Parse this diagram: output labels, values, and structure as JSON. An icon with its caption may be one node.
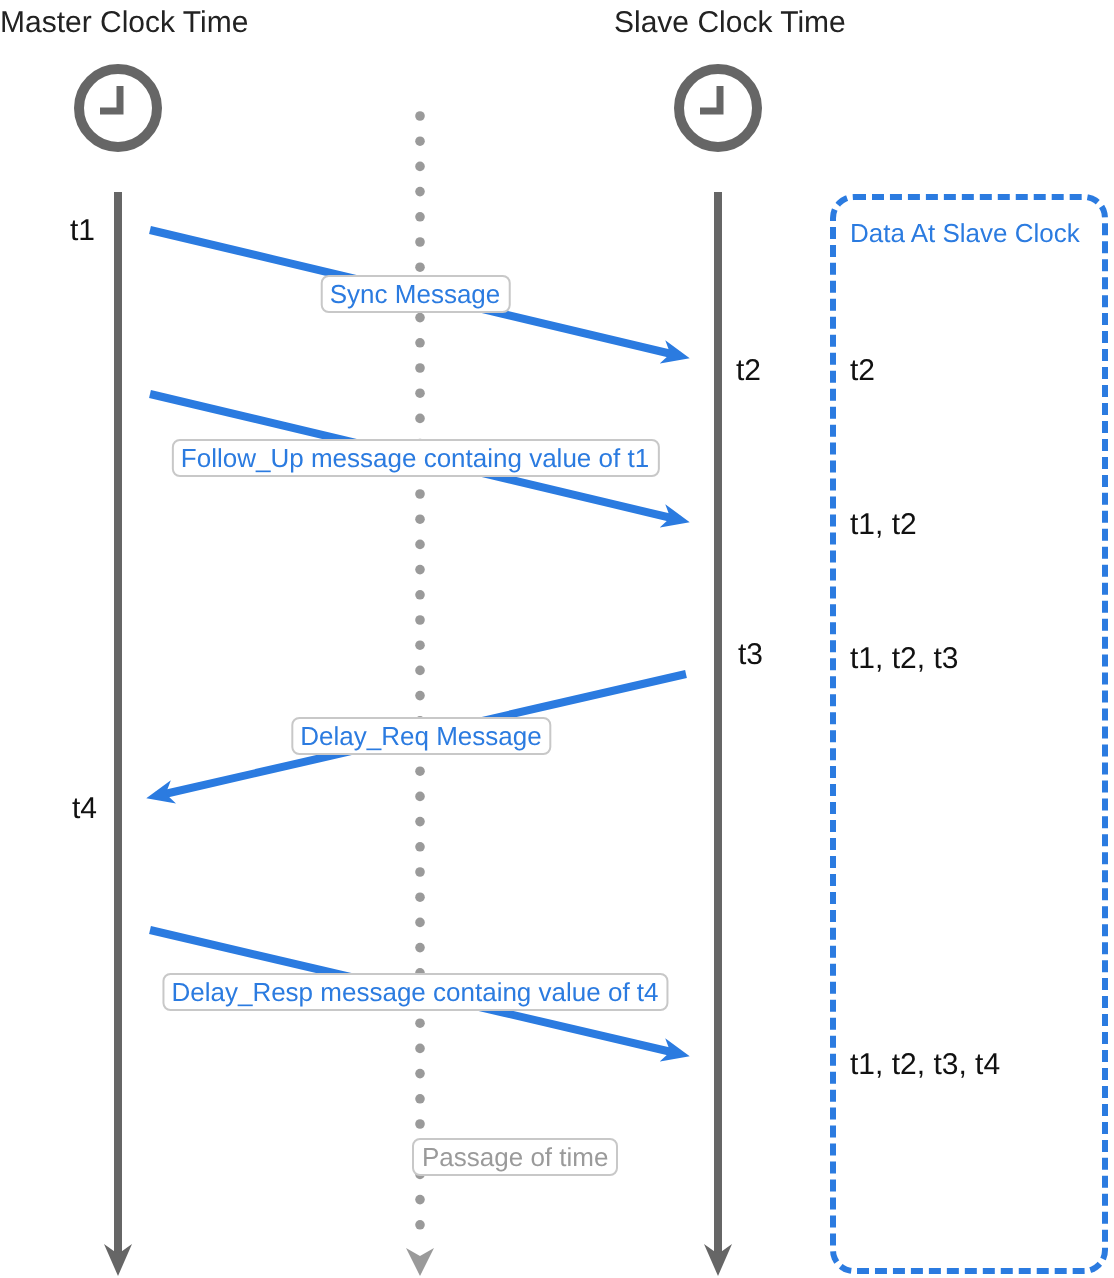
{
  "diagram": {
    "nodes": [
      {
        "text": [],
        "shape": "line",
        "beside": [
          "t1",
          "t4"
        ]
      },
      {
        "text": [],
        "shape": "line",
        "beside": [
          "t2",
          "t3"
        ]
      },
      {
        "text": [
          "Data At Slave Clock",
          "t2",
          "t1, t2",
          "t1, t2, t3",
          "t1, t2, t3, t4"
        ]
      }
    ],
    "edges": [
      {
        "from": 0,
        "to": 1,
        "arrow": "to",
        "label": "Sync Message"
      },
      {
        "from": 0,
        "to": 1,
        "arrow": "to",
        "label": "Follow_Up message containg value of t1"
      },
      {
        "from": 1,
        "to": 0,
        "arrow": "to",
        "label": "Delay_Req Message"
      },
      {
        "from": 0,
        "to": 1,
        "arrow": "to",
        "label": "Delay_Resp message containg value of t4"
      }
    ],
    "labels": [
      "Master Clock Time",
      "Slave Clock Time",
      "Passage of time"
    ]
  }
}
